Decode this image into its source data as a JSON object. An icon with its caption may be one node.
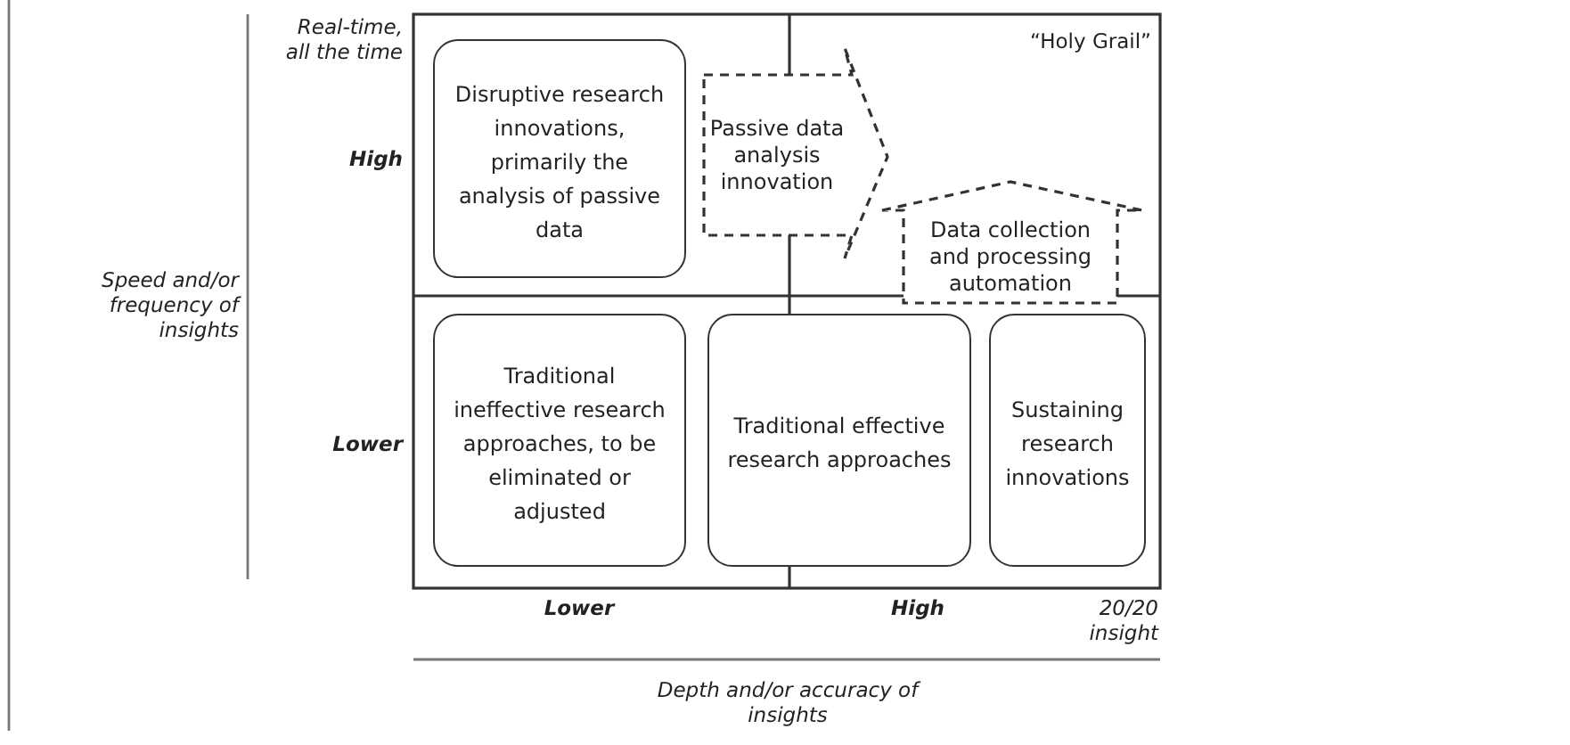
{
  "diagram": {
    "nodes": [
      {
        "text": [
          "Disruptive research innovations, primarily the analysis of passive data"
        ]
      },
      {
        "text": [
          "Passive data analysis innovation"
        ]
      },
      {
        "text": [
          "Data collection and processing automation"
        ]
      },
      {
        "text": [
          "Traditional ineffective research approaches, to be eliminated or adjusted"
        ]
      },
      {
        "text": [
          "Traditional effective research approaches"
        ]
      },
      {
        "text": [
          "Sustaining research innovations"
        ]
      }
    ],
    "labels": [
      "Real-time, all the time",
      "“Holy Grail”",
      "High",
      "Speed and/or frequency of insights",
      "Lower",
      "Lower",
      "High",
      "20/20 insight",
      "Depth and/or accuracy of insights"
    ]
  }
}
